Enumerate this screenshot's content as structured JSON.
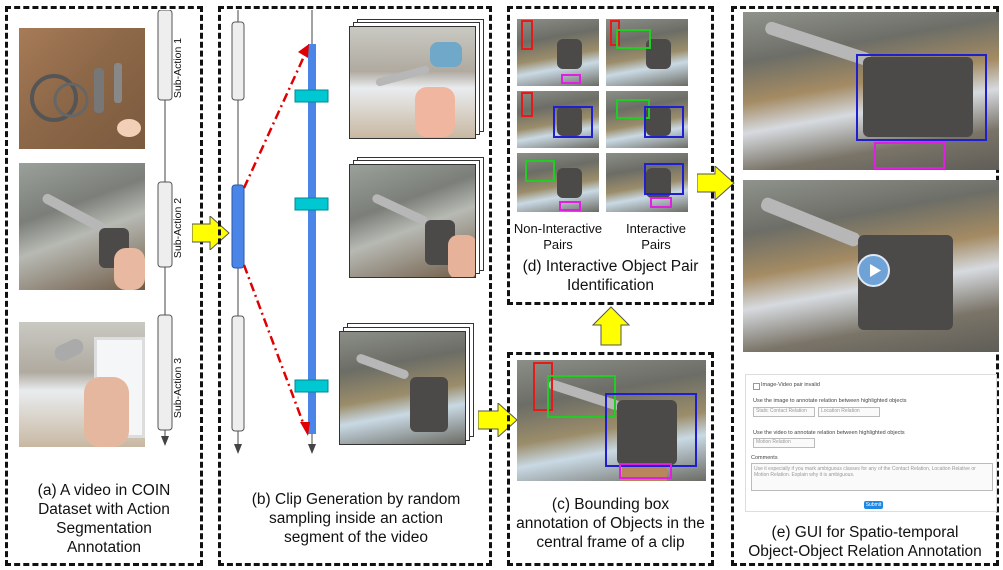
{
  "panels": {
    "a": {
      "caption": "(a) A video in COIN\nDataset with Action\nSegmentation\nAnnotation",
      "sub_actions": [
        "Sub-Action 1",
        "Sub-Action 2",
        "Sub-Action 3"
      ]
    },
    "b": {
      "caption": "(b) Clip Generation by random\nsampling inside an action\nsegment of the video"
    },
    "c": {
      "caption": "(c) Bounding box\nannotation of Objects in the\ncentral frame of a clip"
    },
    "d": {
      "caption": "(d) Interactive Object Pair\nIdentification",
      "non_interactive_label": "Non-Interactive\nPairs",
      "interactive_label": "Interactive\nPairs"
    },
    "e": {
      "caption": "(e) GUI for Spatio-temporal\nObject-Object Relation Annotation",
      "gui": {
        "checkbox_label": "Image-Video pair invalid",
        "image_instruction": "Use the image to annotate relation between highlighted objects",
        "static_contact_placeholder": "Static Contact Relation",
        "location_placeholder": "Location Relation",
        "video_instruction": "Use the video to annotate relation between highlighted objects",
        "motion_placeholder": "Motion Relation",
        "comments_label": "Comments",
        "comments_placeholder": "Use it especially if you mark ambiguous classes for any of the Contact Relation, Location Relative or Motion Relation. Explain why it is ambiguous.",
        "submit_label": "Submit"
      }
    }
  },
  "colors": {
    "arrow_fill": "#ffff00",
    "segment_blue": "#4a86e8",
    "clip_cyan": "#00c8d2",
    "sample_arrow": "#e00000",
    "bbox_red": "#e41b1b",
    "bbox_green": "#22cc22",
    "bbox_blue": "#1f1fd0",
    "bbox_magenta": "#e020e0"
  }
}
